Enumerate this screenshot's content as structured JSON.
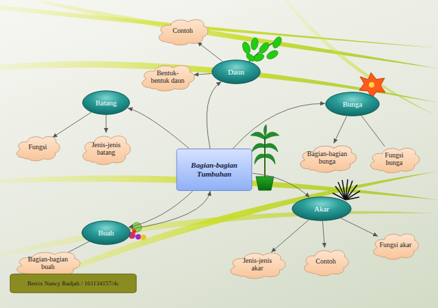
{
  "diagram": {
    "nodes": [
      {
        "text": [
          "Contoh"
        ]
      },
      {
        "text": [
          "Bentuk-bentuk daun"
        ]
      },
      {
        "text": [
          "Daun"
        ]
      },
      {
        "text": [
          "Batang"
        ]
      },
      {
        "text": [
          "Bunga"
        ]
      },
      {
        "text": [
          "Fungsi"
        ]
      },
      {
        "text": [
          "Jenis-jenis batang"
        ]
      },
      {
        "text": [
          "Bagian-bagian Tumbuhan"
        ]
      },
      {
        "text": [
          "Bagian-bagian bunga"
        ]
      },
      {
        "text": [
          "Fungsi bunga"
        ]
      },
      {
        "text": [
          "Akar"
        ]
      },
      {
        "text": [
          "Buah"
        ]
      },
      {
        "text": [
          "Fungsi akar"
        ]
      },
      {
        "text": [
          "Jenis-jenis akar"
        ]
      },
      {
        "text": [
          "Contoh"
        ]
      },
      {
        "text": [
          "Bagian-bagian buah"
        ]
      },
      {
        "text": [
          "Betrix Nancy Radjah / 161134157/4c"
        ]
      }
    ],
    "edges": [
      {
        "from": 7,
        "to": 2,
        "arrow": "to"
      },
      {
        "from": 7,
        "to": 3,
        "arrow": "to"
      },
      {
        "from": 7,
        "to": 4,
        "arrow": "to"
      },
      {
        "from": 7,
        "to": 10,
        "arrow": "to"
      },
      {
        "from": 7,
        "to": 11,
        "arrow": "to"
      },
      {
        "from": 11,
        "to": 7,
        "arrow": "to"
      },
      {
        "from": 2,
        "to": 0,
        "arrow": "to"
      },
      {
        "from": 2,
        "to": 1,
        "arrow": "to"
      },
      {
        "from": 3,
        "to": 5,
        "arrow": "to"
      },
      {
        "from": 3,
        "to": 6,
        "arrow": "to"
      },
      {
        "from": 4,
        "to": 8,
        "arrow": "to"
      },
      {
        "from": 4,
        "to": 9,
        "arrow": "none"
      },
      {
        "from": 10,
        "to": 13,
        "arrow": "to"
      },
      {
        "from": 10,
        "to": 14,
        "arrow": "to"
      },
      {
        "from": 10,
        "to": 12,
        "arrow": "to"
      },
      {
        "from": 11,
        "to": 15,
        "arrow": "none"
      }
    ]
  }
}
